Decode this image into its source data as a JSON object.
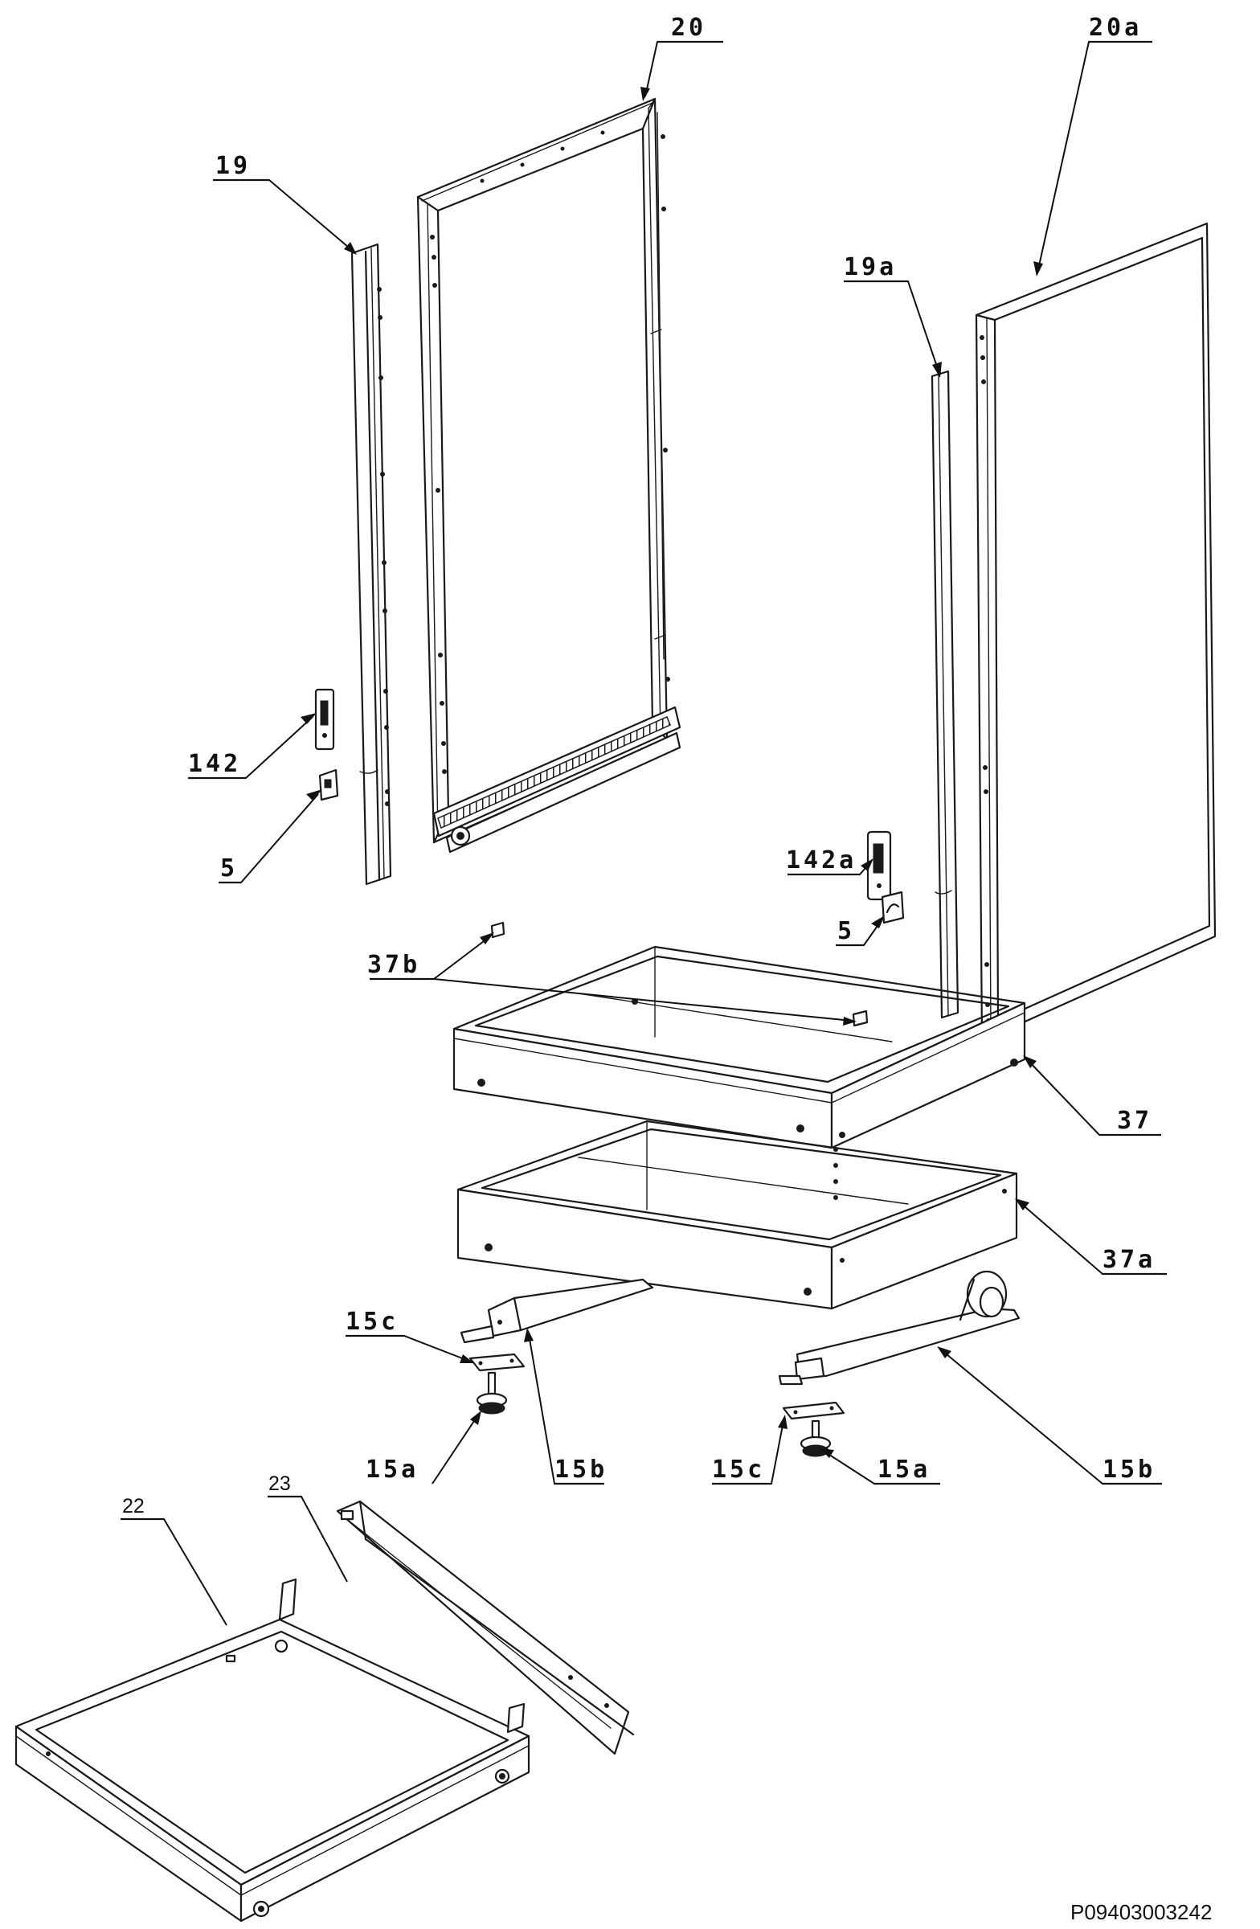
{
  "callouts": {
    "c20": "20",
    "c20a": "20a",
    "c19": "19",
    "c19a": "19a",
    "c142": "142",
    "c142a": "142a",
    "c5_left": "5",
    "c5_right": "5",
    "c37b": "37b",
    "c37": "37",
    "c37a": "37a",
    "c15c_left": "15c",
    "c15c_right": "15c",
    "c15a_left": "15a",
    "c15a_right": "15a",
    "c15b_left": "15b",
    "c15b_right": "15b",
    "c22": "22",
    "c23": "23"
  },
  "footer": {
    "code": "P09403003242"
  }
}
